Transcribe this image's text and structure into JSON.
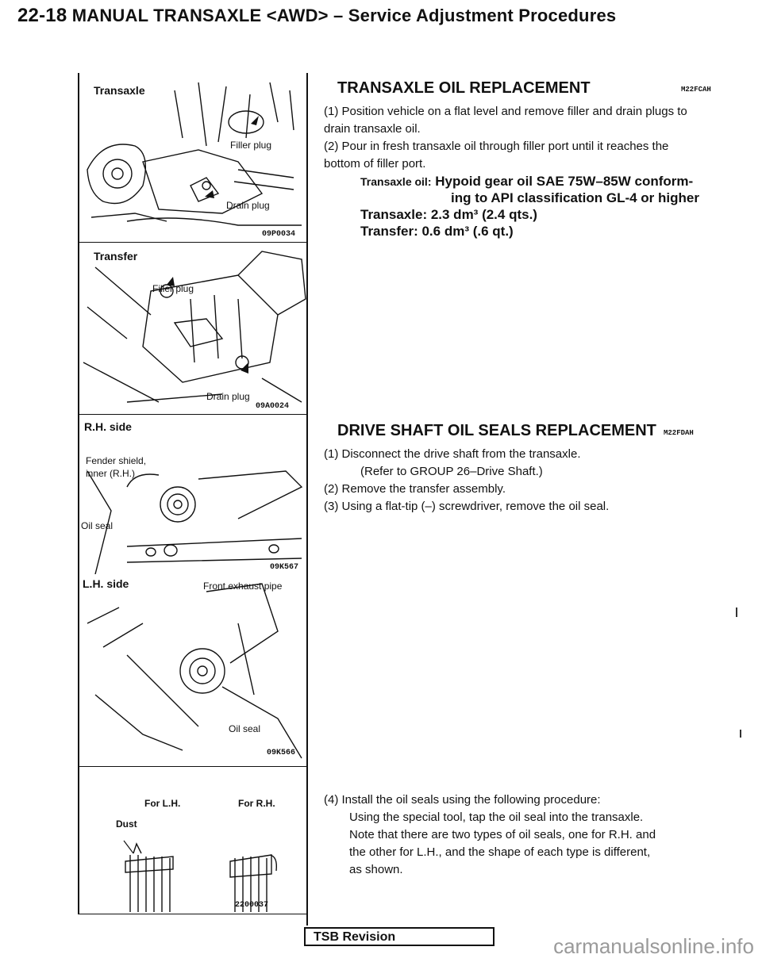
{
  "header": {
    "page_number": "22-18",
    "title": "MANUAL TRANSAXLE <AWD> – Service Adjustment Procedures"
  },
  "figures": {
    "transaxle": {
      "label": "Transaxle",
      "filler": "Filler plug",
      "drain": "Drain plug",
      "code": "09P0034"
    },
    "transfer": {
      "label": "Transfer",
      "filler": "Filler plug",
      "drain": "Drain plug",
      "code": "09A0024"
    },
    "rh_side": {
      "label": "R.H. side",
      "fender": "Fender shield,",
      "inner": "inner (R.H.)",
      "oil_seal": "Oil seal",
      "code": "09K567"
    },
    "lh_side": {
      "label": "L.H. side",
      "exhaust": "Front exhaust pipe",
      "oil_seal": "Oil seal",
      "code": "09K566"
    },
    "seals": {
      "lh": "For L.H.",
      "rh": "For R.H.",
      "dust": "Dust",
      "code": "2200037"
    }
  },
  "sections": {
    "oil": {
      "title": "TRANSAXLE OIL REPLACEMENT",
      "code": "M22FCAH",
      "steps": [
        {
          "num": "(1)",
          "text": "Position vehicle on a flat level and remove filler and drain plugs to drain transaxle oil."
        },
        {
          "num": "(2)",
          "text": "Pour in fresh transaxle oil through filler port until it reaches the bottom of filler port."
        }
      ],
      "spec_key": "Transaxle oil:",
      "spec_val1": "Hypoid gear oil SAE 75W–85W conform-",
      "spec_val2": "ing to API classification GL-4 or higher",
      "cap_transaxle": "Transaxle: 2.3 dm³ (2.4 qts.)",
      "cap_transfer": "Transfer: 0.6 dm³ (.6 qt.)"
    },
    "seals": {
      "title": "DRIVE SHAFT OIL SEALS REPLACEMENT",
      "code": "M22FDAH",
      "step1_num": "(1)",
      "step1_a": "Disconnect the drive shaft from the transaxle.",
      "step1_b": "(Refer to GROUP 26–Drive Shaft.)",
      "step2_num": "(2)",
      "step2": "Remove the transfer assembly.",
      "step3_num": "(3)",
      "step3": "Using a flat-tip (–) screwdriver, remove the oil seal.",
      "step4_num": "(4)",
      "step4_a": "Install the oil seals using the following procedure:",
      "step4_b": "Using the special tool, tap the oil seal into the transaxle.",
      "step4_c": "Note that there are two types of oil seals, one for R.H. and",
      "step4_d": "the other for L.H., and the shape of each type is different,",
      "step4_e": "as shown."
    }
  },
  "footer": {
    "label": "TSB Revision"
  },
  "watermark": "carmanualsonline.info"
}
